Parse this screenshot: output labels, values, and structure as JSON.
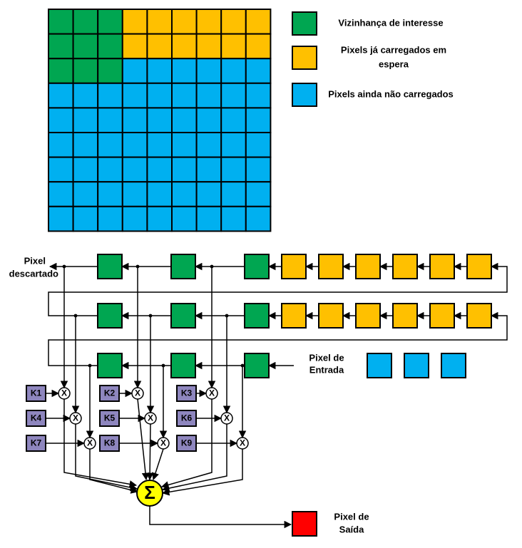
{
  "colors": {
    "green": "#00A651",
    "yellow": "#FFC000",
    "blue": "#00B0F0",
    "purple": "#8E86BE",
    "red": "#FF0000",
    "sum": "#FFFF00",
    "line": "#000000"
  },
  "legend": {
    "items": [
      {
        "color": "green",
        "lines": [
          "Vizinhança de interesse"
        ]
      },
      {
        "color": "yellow",
        "lines": [
          "Pixels já carregados em",
          "espera"
        ]
      },
      {
        "color": "blue",
        "lines": [
          "Pixels ainda não carregados"
        ]
      }
    ]
  },
  "grid": {
    "rows": [
      [
        "green",
        "green",
        "green",
        "yellow",
        "yellow",
        "yellow",
        "yellow",
        "yellow",
        "yellow"
      ],
      [
        "green",
        "green",
        "green",
        "yellow",
        "yellow",
        "yellow",
        "yellow",
        "yellow",
        "yellow"
      ],
      [
        "green",
        "green",
        "green",
        "blue",
        "blue",
        "blue",
        "blue",
        "blue",
        "blue"
      ],
      [
        "blue",
        "blue",
        "blue",
        "blue",
        "blue",
        "blue",
        "blue",
        "blue",
        "blue"
      ],
      [
        "blue",
        "blue",
        "blue",
        "blue",
        "blue",
        "blue",
        "blue",
        "blue",
        "blue"
      ],
      [
        "blue",
        "blue",
        "blue",
        "blue",
        "blue",
        "blue",
        "blue",
        "blue",
        "blue"
      ],
      [
        "blue",
        "blue",
        "blue",
        "blue",
        "blue",
        "blue",
        "blue",
        "blue",
        "blue"
      ],
      [
        "blue",
        "blue",
        "blue",
        "blue",
        "blue",
        "blue",
        "blue",
        "blue",
        "blue"
      ],
      [
        "blue",
        "blue",
        "blue",
        "blue",
        "blue",
        "blue",
        "blue",
        "blue",
        "blue"
      ]
    ]
  },
  "labels": {
    "discarded": [
      "Pixel",
      "descartado"
    ],
    "input": [
      "Pixel de",
      "Entrada"
    ],
    "output": [
      "Pixel de",
      "Saída"
    ],
    "multiply": "X",
    "sum": "Σ"
  },
  "kernel": [
    "K1",
    "K2",
    "K3",
    "K4",
    "K5",
    "K6",
    "K7",
    "K8",
    "K9"
  ],
  "pipeline": {
    "row1": [
      "green",
      "green",
      "green",
      "yellow",
      "yellow",
      "yellow",
      "yellow",
      "yellow",
      "yellow"
    ],
    "row2": [
      "green",
      "green",
      "green",
      "yellow",
      "yellow",
      "yellow",
      "yellow",
      "yellow",
      "yellow"
    ],
    "row3": [
      "green",
      "green",
      "green"
    ],
    "input_queue": [
      "blue",
      "blue",
      "blue"
    ],
    "output_cell": "red"
  }
}
